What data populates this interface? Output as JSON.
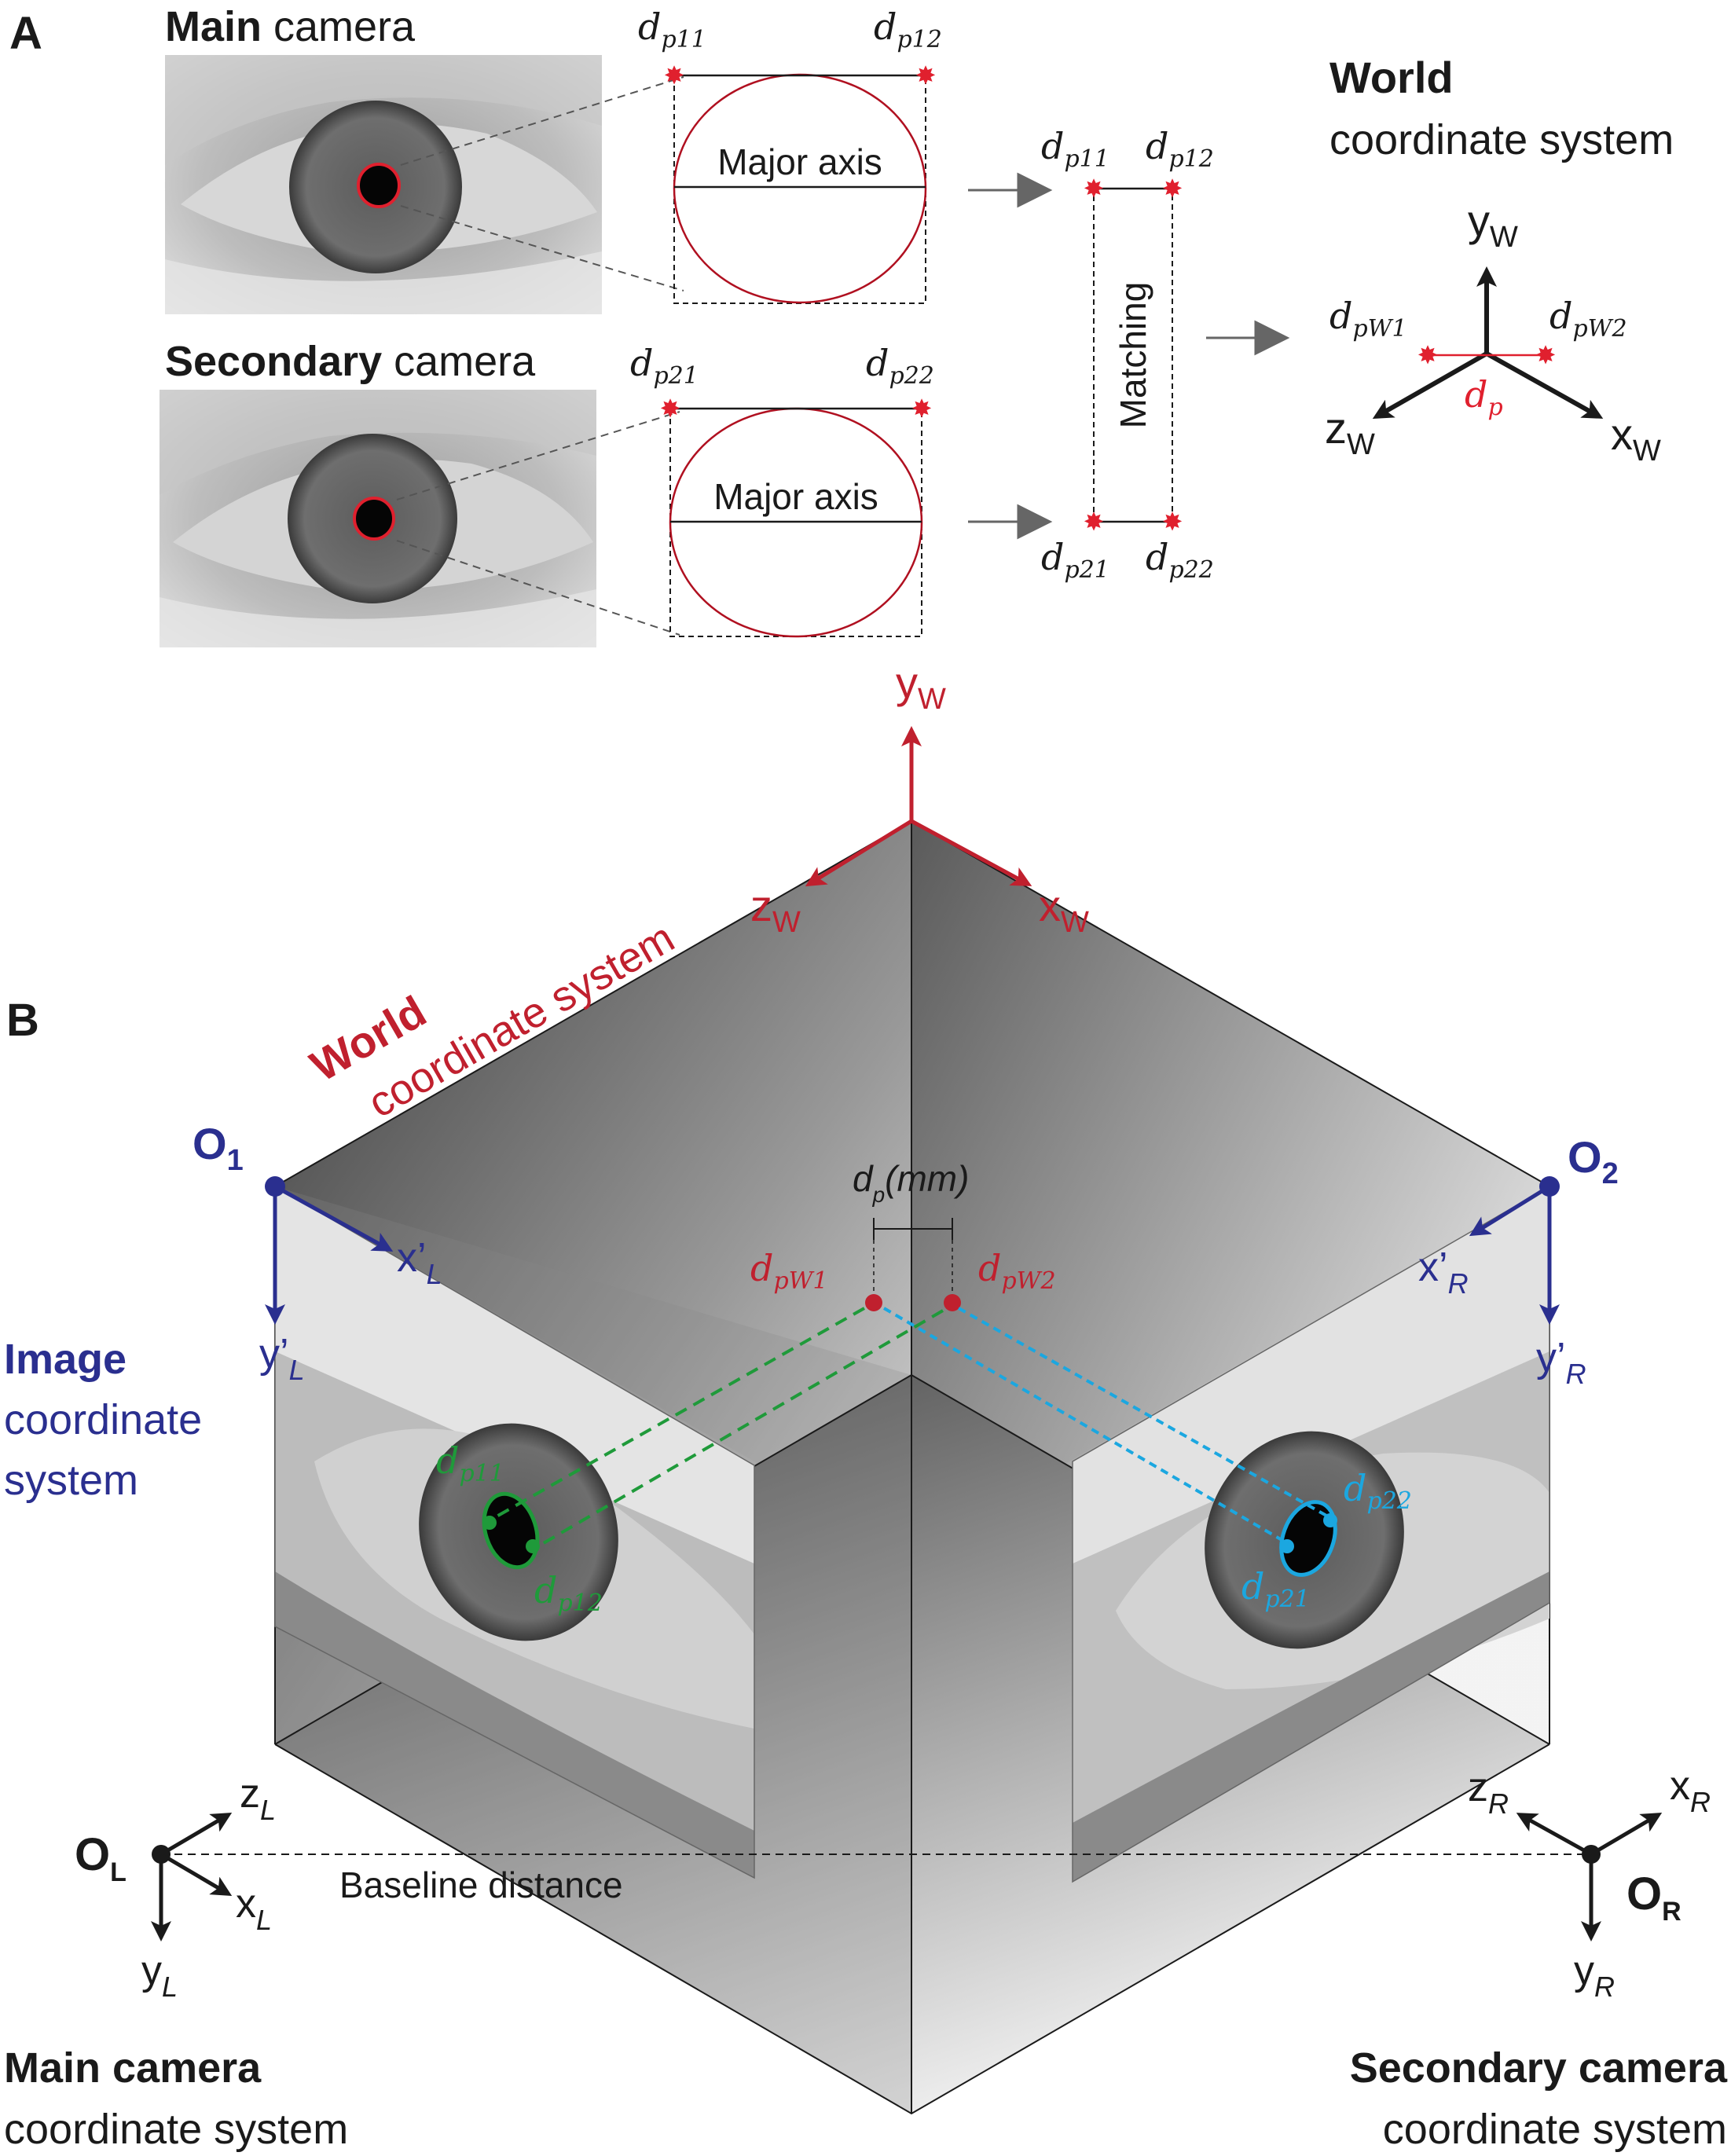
{
  "panel_a": {
    "label": "A",
    "main_camera": {
      "bold": "Main",
      "rest": " camera"
    },
    "secondary_camera": {
      "bold": "Secondary",
      "rest": " camera"
    },
    "major_axis_label": "Major axis",
    "matching_label": "Matching",
    "world_title_bold": "World",
    "world_title_rest": "coordinate system",
    "points": {
      "dp11": "d",
      "sub11": "p11",
      "sub12": "p12",
      "sub21": "p21",
      "sub22": "p22",
      "subW1": "pW1",
      "subW2": "pW2",
      "subP": "p"
    },
    "axes": {
      "y": "y",
      "x": "x",
      "z": "z",
      "sub": "W"
    }
  },
  "panel_b": {
    "label": "B",
    "world_bold": "World",
    "world_rest": "coordinate system",
    "o1": "O",
    "o1_sub": "1",
    "o2": "O",
    "o2_sub": "2",
    "xl": "x’",
    "xl_sub": "L",
    "yl": "y’",
    "yl_sub": "L",
    "xr": "x’",
    "xr_sub": "R",
    "yr": "y’",
    "yr_sub": "R",
    "image_bold": "Image",
    "image_line2": "coordinate",
    "image_line3": "system",
    "dp_mm_d": "d",
    "dp_mm_sub": "p",
    "dp_mm_unit": "(mm)",
    "baseline": "Baseline distance",
    "ol": "O",
    "ol_sub": "L",
    "or": "O",
    "or_sub": "R",
    "zl": "z",
    "zl_sub": "L",
    "xl2": "x",
    "xl2_sub": "L",
    "yl2": "y",
    "yl2_sub": "L",
    "zr": "z",
    "zr_sub": "R",
    "xr2": "x",
    "xr2_sub": "R",
    "yr2": "y",
    "yr2_sub": "R",
    "main_cs_bold": "Main camera",
    "main_cs_rest": "coordinate system",
    "sec_cs_bold": "Secondary camera",
    "sec_cs_rest": "coordinate system"
  },
  "colors": {
    "red": "#c0202e",
    "blue": "#2a2f8f",
    "green": "#1f9a3a",
    "cyan": "#1ba7e0",
    "black": "#1a1a1a",
    "gray_arrow": "#666666"
  }
}
